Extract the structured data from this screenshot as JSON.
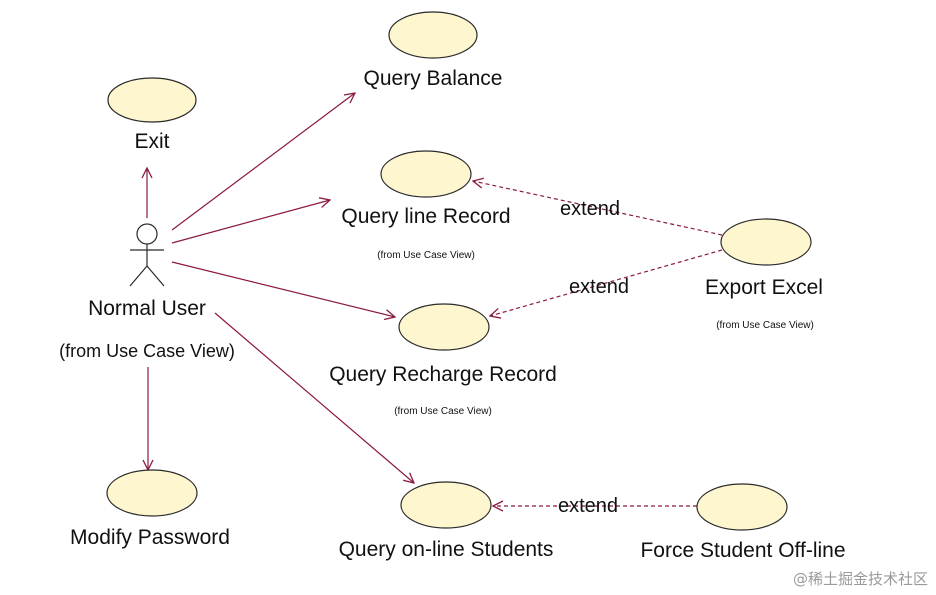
{
  "actor": {
    "name": "Normal User",
    "package_note": "(from Use Case View)"
  },
  "use_cases": {
    "query_balance": {
      "label": "Query Balance"
    },
    "exit": {
      "label": "Exit"
    },
    "query_line_record": {
      "label": "Query line Record",
      "note": "(from Use Case View)"
    },
    "export_excel": {
      "label": "Export Excel",
      "note": "(from Use Case View)"
    },
    "query_recharge_record": {
      "label": "Query Recharge Record",
      "note": "(from Use Case View)"
    },
    "modify_password": {
      "label": "Modify Password"
    },
    "query_online_students": {
      "label": "Query on-line Students"
    },
    "force_student_offline": {
      "label": "Force Student Off-line"
    }
  },
  "relationships": {
    "extend_1": "extend",
    "extend_2": "extend",
    "extend_3": "extend"
  },
  "watermark": "@稀土掘金技术社区",
  "colors": {
    "line": "#8b1a3e",
    "use_case_fill": "#fdf6cf"
  }
}
